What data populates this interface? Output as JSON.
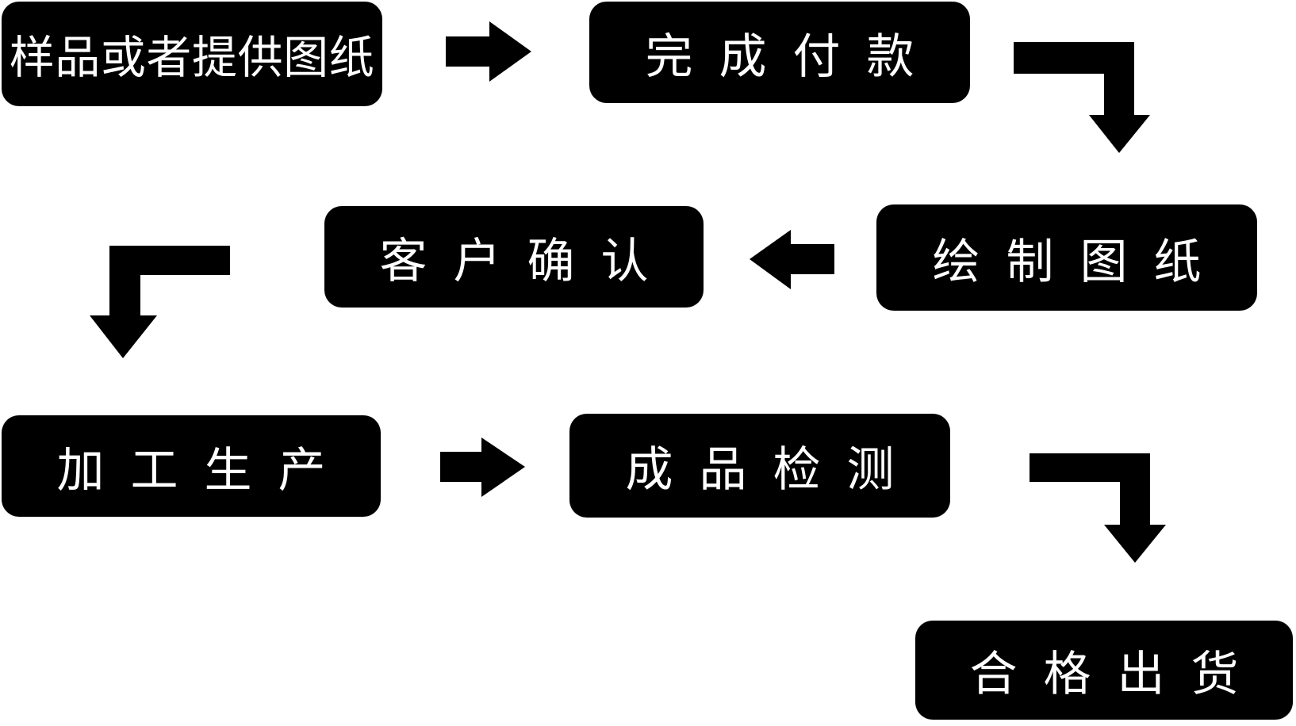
{
  "diagram": {
    "type": "flowchart",
    "background_color": "#ffffff",
    "node_fill_color": "#000000",
    "node_text_color": "#ffffff",
    "nodes": [
      {
        "id": "step-1",
        "label": "样品或者提供图纸"
      },
      {
        "id": "step-2",
        "label": "完成付款"
      },
      {
        "id": "step-3",
        "label": "绘制图纸"
      },
      {
        "id": "step-4",
        "label": "客户确认"
      },
      {
        "id": "step-5",
        "label": "加工生产"
      },
      {
        "id": "step-6",
        "label": "成品检测"
      },
      {
        "id": "step-7",
        "label": "合格出货"
      }
    ],
    "connections": [
      {
        "from": "样品或者提供图纸",
        "to": "完成付款",
        "arrow": "right"
      },
      {
        "from": "完成付款",
        "to": "绘制图纸",
        "arrow": "down-right-bend"
      },
      {
        "from": "绘制图纸",
        "to": "客户确认",
        "arrow": "left"
      },
      {
        "from": "客户确认",
        "to": "加工生产",
        "arrow": "down-left-bend"
      },
      {
        "from": "加工生产",
        "to": "成品检测",
        "arrow": "right"
      },
      {
        "from": "成品检测",
        "to": "合格出货",
        "arrow": "down-right-bend"
      }
    ]
  }
}
